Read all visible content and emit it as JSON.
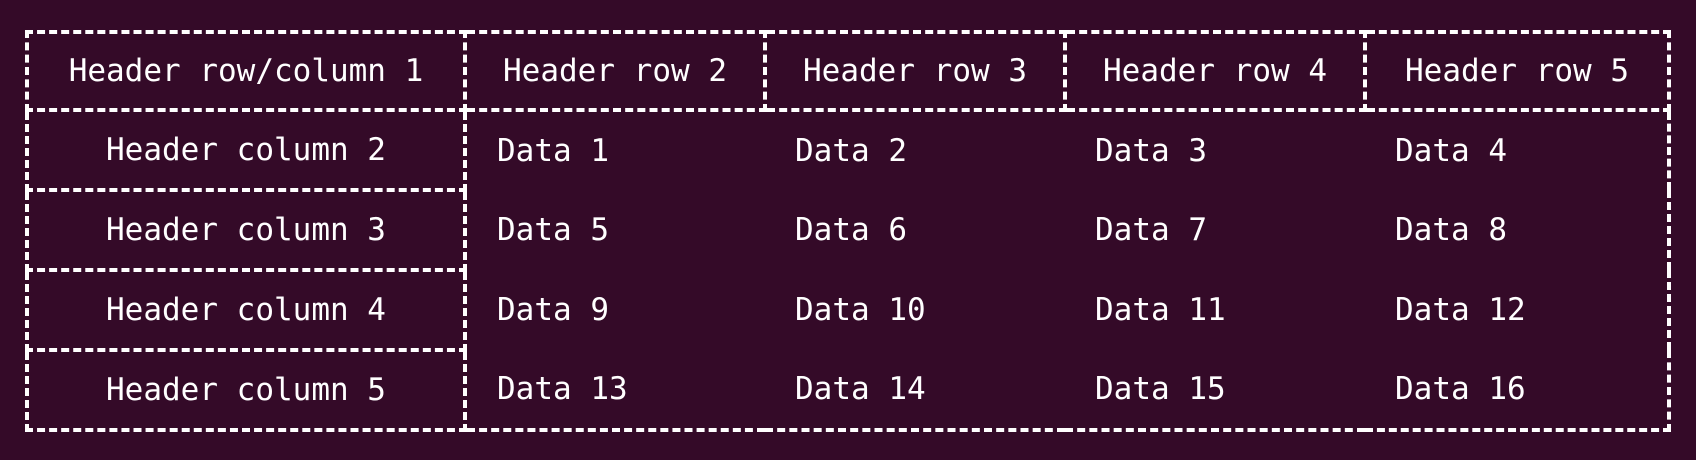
{
  "table": {
    "corner_header": "Header row/column 1",
    "column_headers": [
      "Header row 2",
      "Header row 3",
      "Header row 4",
      "Header row 5"
    ],
    "row_headers": [
      "Header column 2",
      "Header column 3",
      "Header column 4",
      "Header column 5"
    ],
    "data": [
      [
        "Data 1",
        "Data 2",
        "Data 3",
        "Data 4"
      ],
      [
        "Data 5",
        "Data 6",
        "Data 7",
        "Data 8"
      ],
      [
        "Data 9",
        "Data 10",
        "Data 11",
        "Data 12"
      ],
      [
        "Data 13",
        "Data 14",
        "Data 15",
        "Data 16"
      ]
    ]
  },
  "colors": {
    "background": "#340a28",
    "border": "#ffffff",
    "text": "#ffffff"
  }
}
